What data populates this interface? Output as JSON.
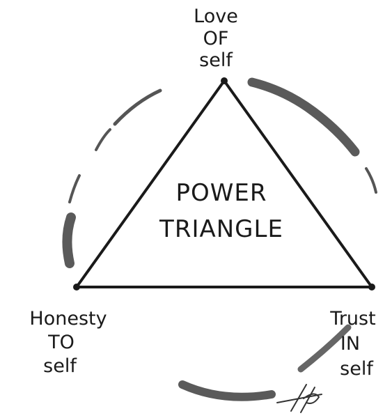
{
  "diagram": {
    "center_title": {
      "line1": "POWER",
      "line2": "TRIANGLE"
    },
    "vertices": {
      "top": {
        "line1": "Love",
        "line2": "OF",
        "line3": "self"
      },
      "left": {
        "line1": "Honesty",
        "line2": "TO",
        "line3": "self"
      },
      "right": {
        "line1": "Trust",
        "line2": "IN",
        "line3": "self"
      }
    },
    "colors": {
      "ink": "#1a1a1a",
      "circle_stroke": "#555555",
      "background": "#ffffff"
    },
    "icons": {
      "signature": "artist-signature"
    }
  }
}
